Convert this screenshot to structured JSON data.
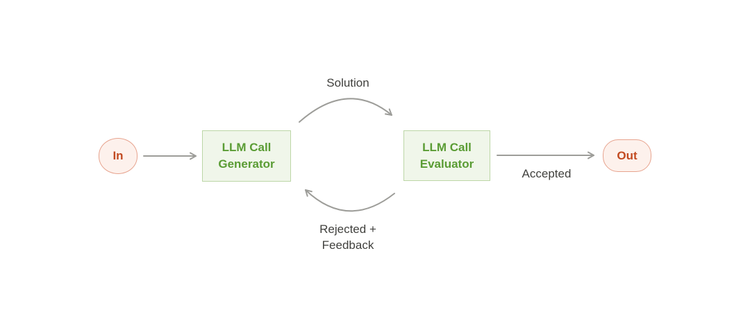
{
  "diagram": {
    "name": "evaluator-optimizer-workflow",
    "nodes": {
      "input": {
        "label": "In",
        "shape": "oval"
      },
      "generator": {
        "label": "LLM Call\nGenerator",
        "shape": "rect"
      },
      "evaluator": {
        "label": "LLM Call\nEvaluator",
        "shape": "rect"
      },
      "output": {
        "label": "Out",
        "shape": "pill"
      }
    },
    "edges": {
      "in_to_generator": {
        "from": "input",
        "to": "generator",
        "label": "",
        "style": "straight"
      },
      "generator_to_evaluator": {
        "from": "generator",
        "to": "evaluator",
        "label": "Solution",
        "style": "curved-up"
      },
      "evaluator_to_generator": {
        "from": "evaluator",
        "to": "generator",
        "label": "Rejected +\nFeedback",
        "style": "curved-down"
      },
      "evaluator_to_output": {
        "from": "evaluator",
        "to": "output",
        "label": "Accepted",
        "style": "straight"
      }
    },
    "colors": {
      "background": "#ffffff",
      "llm_box_fill": "#f0f6ea",
      "llm_box_border": "#bcd6a6",
      "llm_box_text": "#5a9c34",
      "terminal_fill": "#fdf1ec",
      "terminal_border": "#e7a38e",
      "terminal_text": "#c24a21",
      "arrow": "#9d9d99",
      "edge_label_text": "#40403d"
    }
  }
}
